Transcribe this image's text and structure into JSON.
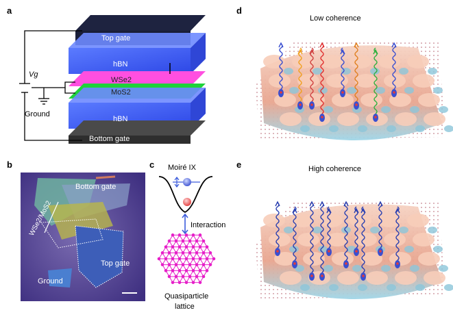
{
  "panel_labels": {
    "a": "a",
    "b": "b",
    "c": "c",
    "d": "d",
    "e": "e"
  },
  "panel_a": {
    "top_gate": "Top gate",
    "hbn_top": "hBN",
    "wse2": "WSe2",
    "mos2": "MoS2",
    "hbn_bottom": "hBN",
    "bottom_gate": "Bottom gate",
    "vg": "Vg",
    "ground": "Ground"
  },
  "panel_b": {
    "bottom_gate": "Bottom gate",
    "heterostructure": "WSe2/MoS2",
    "top_gate": "Top gate",
    "ground": "Ground"
  },
  "panel_c": {
    "moire_ix": "Moiré IX",
    "interaction": "Interaction",
    "lattice_line1": "Quasiparticle",
    "lattice_line2": "lattice"
  },
  "panel_d": {
    "title": "Low coherence"
  },
  "panel_e": {
    "title": "High coherence"
  },
  "colors": {
    "top_gate": "#2b2f4a",
    "hbn": "#3a5cff",
    "wse2": "#ff4fe0",
    "mos2": "#1ed23a",
    "bottom_gate": "#3b3b3b",
    "lattice": "#e61ec8",
    "exciton": "#3b5bdc",
    "landscape": "#f0b59a"
  }
}
